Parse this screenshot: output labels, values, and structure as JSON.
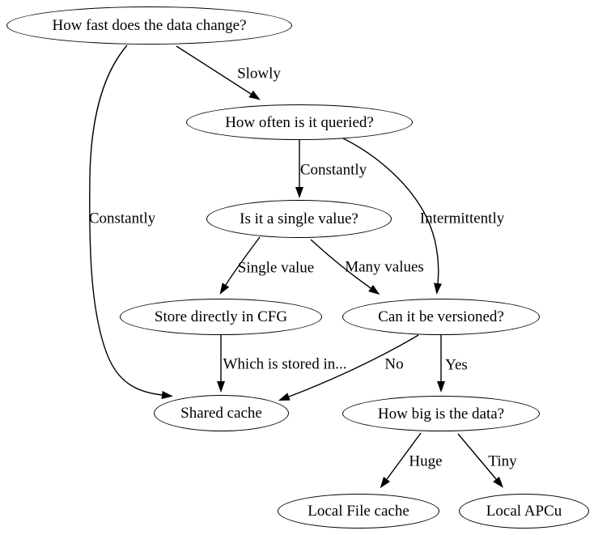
{
  "diagram": {
    "type": "flowchart",
    "background_color": "#ffffff",
    "stroke_color": "#000000",
    "text_color": "#000000",
    "nodes": [
      {
        "id": "how-fast",
        "shape": "ellipse",
        "label": "How fast does the data change?"
      },
      {
        "id": "how-often",
        "shape": "ellipse",
        "label": "How often is it queried?"
      },
      {
        "id": "single-value",
        "shape": "ellipse",
        "label": "Is it a single value?"
      },
      {
        "id": "store-cfg",
        "shape": "ellipse",
        "label": "Store directly in CFG"
      },
      {
        "id": "can-versioned",
        "shape": "ellipse",
        "label": "Can it be versioned?"
      },
      {
        "id": "shared-cache",
        "shape": "ellipse",
        "label": "Shared cache"
      },
      {
        "id": "how-big",
        "shape": "ellipse",
        "label": "How big is the data?"
      },
      {
        "id": "local-file",
        "shape": "ellipse",
        "label": "Local File cache"
      },
      {
        "id": "local-apcu",
        "shape": "ellipse",
        "label": "Local APCu"
      }
    ],
    "edges": [
      {
        "from": "how-fast",
        "to": "how-often",
        "label": "Slowly"
      },
      {
        "from": "how-fast",
        "to": "shared-cache",
        "label": "Constantly"
      },
      {
        "from": "how-often",
        "to": "single-value",
        "label": "Constantly"
      },
      {
        "from": "how-often",
        "to": "can-versioned",
        "label": "Intermittently"
      },
      {
        "from": "single-value",
        "to": "store-cfg",
        "label": "Single value"
      },
      {
        "from": "single-value",
        "to": "can-versioned",
        "label": "Many values"
      },
      {
        "from": "store-cfg",
        "to": "shared-cache",
        "label": "Which is stored in..."
      },
      {
        "from": "can-versioned",
        "to": "shared-cache",
        "label": "No"
      },
      {
        "from": "can-versioned",
        "to": "how-big",
        "label": "Yes"
      },
      {
        "from": "how-big",
        "to": "local-file",
        "label": "Huge"
      },
      {
        "from": "how-big",
        "to": "local-apcu",
        "label": "Tiny"
      }
    ]
  }
}
